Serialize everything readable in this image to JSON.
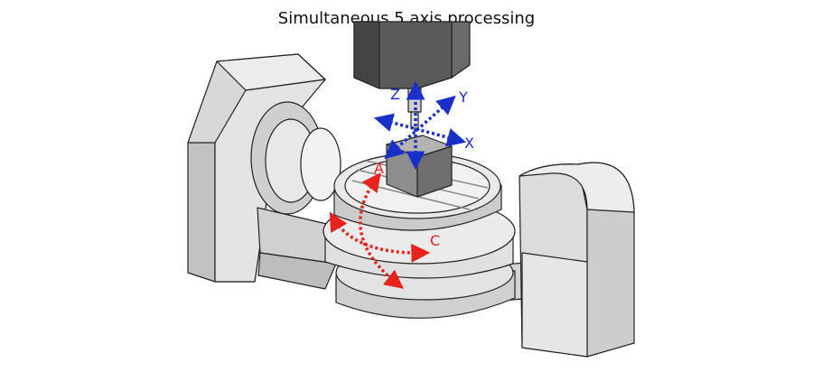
{
  "title": "Simultaneous 5 axis processing",
  "axes": {
    "linear": [
      {
        "label": "X",
        "color": "#1a2fc9"
      },
      {
        "label": "Y",
        "color": "#1a2fc9"
      },
      {
        "label": "Z",
        "color": "#1a2fc9"
      }
    ],
    "rotary": [
      {
        "label": "A",
        "color": "#e8221c"
      },
      {
        "label": "C",
        "color": "#e8221c"
      }
    ]
  },
  "colors": {
    "machine_light": "#ececec",
    "machine_mid": "#d6d6d6",
    "machine_dark": "#b9b9b9",
    "outline": "#222222",
    "spindle": "#555555",
    "workpiece": "#8a8a8a"
  }
}
